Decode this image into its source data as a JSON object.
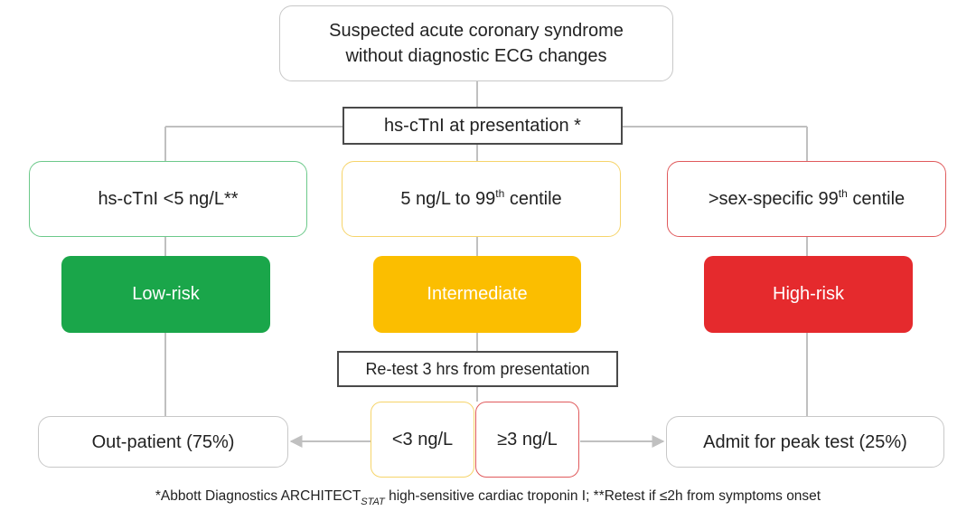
{
  "top_box": {
    "line1": "Suspected acute coronary syndrome",
    "line2": "without diagnostic ECG changes"
  },
  "presentation_test": "hs-cTnI at presentation *",
  "categories": {
    "low": {
      "prefix": "hs-cTnI <5 ng/L",
      "suffix": "**"
    },
    "mid": {
      "prefix": "5 ng/L to 99",
      "sup": "th",
      "suffix": " centile"
    },
    "high": {
      "prefix": ">sex-specific 99",
      "sup": "th",
      "suffix": " centile"
    }
  },
  "risk": {
    "low": "Low-risk",
    "intermediate": "Intermediate",
    "high": "High-risk"
  },
  "retest": "Re-test 3 hrs from presentation",
  "retest_results": {
    "below": "<3 ng/L",
    "above": "≥3 ng/L"
  },
  "outcomes": {
    "outpatient": "Out-patient (75%)",
    "admit": "Admit for peak test (25%)"
  },
  "footnote": {
    "pre": "*Abbott Diagnostics ARCHITECT",
    "sub": "STAT",
    "post": " high-sensitive cardiac troponin I; **Retest if ≤2h from symptoms onset"
  },
  "colors": {
    "green": "#1aa64a",
    "amber": "#fbbe00",
    "red": "#e52a2d",
    "green_border": "#6cc98a",
    "amber_border": "#f6d46a",
    "red_border": "#e05a5c",
    "neutral_border": "#c8c8c8",
    "connector": "#c0c0c0",
    "dark_border": "#4a4a4a"
  }
}
